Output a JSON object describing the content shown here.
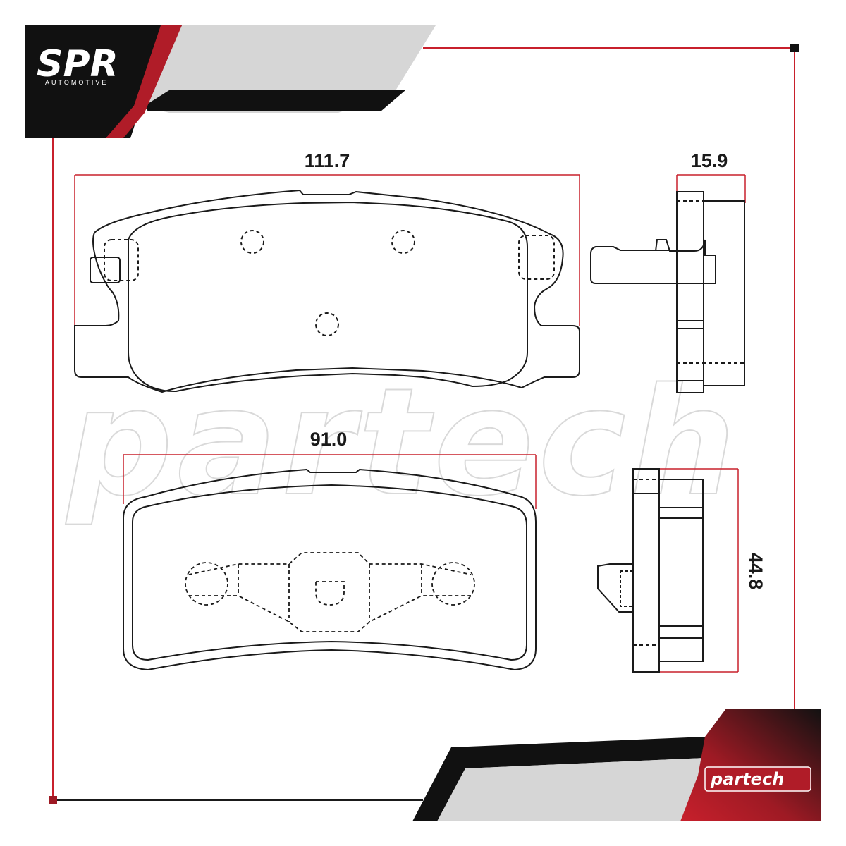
{
  "header": {
    "logo_main": "SPR",
    "logo_sub": "AUTOMOTIVE"
  },
  "watermark": "partech",
  "dimensions": {
    "width_outer": "111.7",
    "thickness": "15.9",
    "width_inner": "91.0",
    "height": "44.8"
  },
  "footer": {
    "brand": "partech"
  },
  "colors": {
    "accent_red": "#c8202c",
    "dark": "#111111",
    "grey": "#d6d6d6",
    "line": "#1a1a1a"
  }
}
